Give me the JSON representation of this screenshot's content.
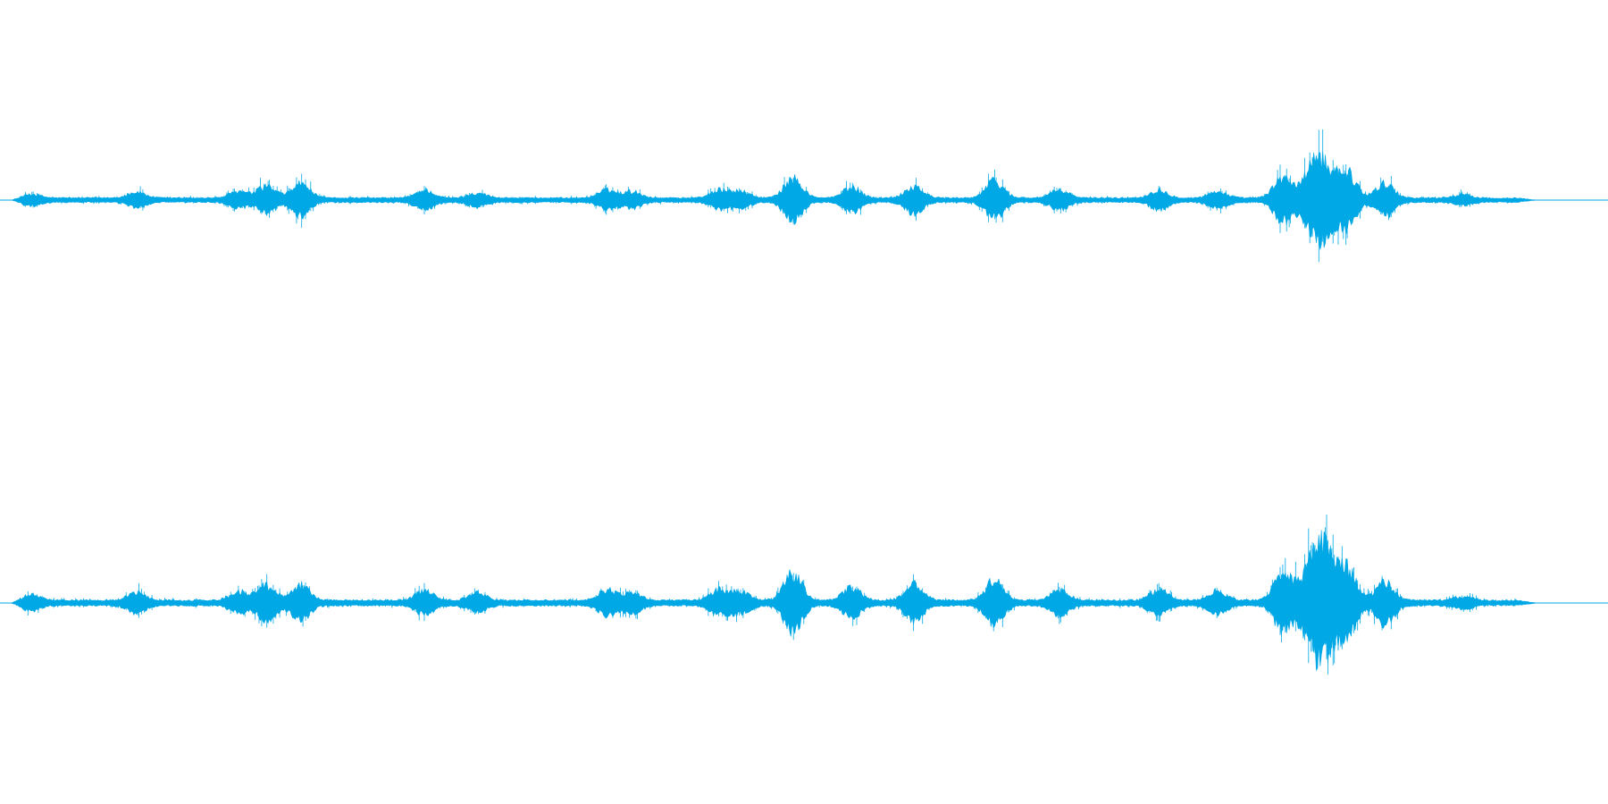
{
  "colors": {
    "background": "#ffffff",
    "waveform": "#00a8e6"
  },
  "waveform": {
    "duration_seconds": 60,
    "envelope_points": 300,
    "channels": [
      {
        "channel": "left",
        "peaks": [
          {
            "t": 0.012,
            "amp": 0.06
          },
          {
            "t": 0.08,
            "amp": 0.09
          },
          {
            "t": 0.146,
            "amp": 0.1
          },
          {
            "t": 0.164,
            "amp": 0.18
          },
          {
            "t": 0.186,
            "amp": 0.22
          },
          {
            "t": 0.266,
            "amp": 0.12
          },
          {
            "t": 0.3,
            "amp": 0.08
          },
          {
            "t": 0.384,
            "amp": 0.12
          },
          {
            "t": 0.4,
            "amp": 0.1
          },
          {
            "t": 0.456,
            "amp": 0.12
          },
          {
            "t": 0.47,
            "amp": 0.1
          },
          {
            "t": 0.504,
            "amp": 0.3
          },
          {
            "t": 0.542,
            "amp": 0.16
          },
          {
            "t": 0.582,
            "amp": 0.18
          },
          {
            "t": 0.634,
            "amp": 0.26
          },
          {
            "t": 0.676,
            "amp": 0.12
          },
          {
            "t": 0.74,
            "amp": 0.12
          },
          {
            "t": 0.778,
            "amp": 0.1
          },
          {
            "t": 0.82,
            "amp": 0.3
          },
          {
            "t": 0.844,
            "amp": 0.62
          },
          {
            "t": 0.862,
            "amp": 0.34
          },
          {
            "t": 0.886,
            "amp": 0.22
          },
          {
            "t": 0.936,
            "amp": 0.05
          },
          {
            "t": 0.97,
            "amp": 0.02
          }
        ]
      },
      {
        "channel": "right",
        "peaks": [
          {
            "t": 0.012,
            "amp": 0.07
          },
          {
            "t": 0.08,
            "amp": 0.1
          },
          {
            "t": 0.146,
            "amp": 0.11
          },
          {
            "t": 0.164,
            "amp": 0.2
          },
          {
            "t": 0.186,
            "amp": 0.2
          },
          {
            "t": 0.266,
            "amp": 0.12
          },
          {
            "t": 0.3,
            "amp": 0.09
          },
          {
            "t": 0.384,
            "amp": 0.13
          },
          {
            "t": 0.4,
            "amp": 0.1
          },
          {
            "t": 0.456,
            "amp": 0.13
          },
          {
            "t": 0.47,
            "amp": 0.11
          },
          {
            "t": 0.504,
            "amp": 0.34
          },
          {
            "t": 0.542,
            "amp": 0.16
          },
          {
            "t": 0.582,
            "amp": 0.2
          },
          {
            "t": 0.634,
            "amp": 0.26
          },
          {
            "t": 0.676,
            "amp": 0.13
          },
          {
            "t": 0.74,
            "amp": 0.13
          },
          {
            "t": 0.778,
            "amp": 0.11
          },
          {
            "t": 0.82,
            "amp": 0.32
          },
          {
            "t": 0.844,
            "amp": 0.72
          },
          {
            "t": 0.862,
            "amp": 0.34
          },
          {
            "t": 0.886,
            "amp": 0.24
          },
          {
            "t": 0.936,
            "amp": 0.05
          },
          {
            "t": 0.97,
            "amp": 0.02
          }
        ]
      }
    ]
  }
}
